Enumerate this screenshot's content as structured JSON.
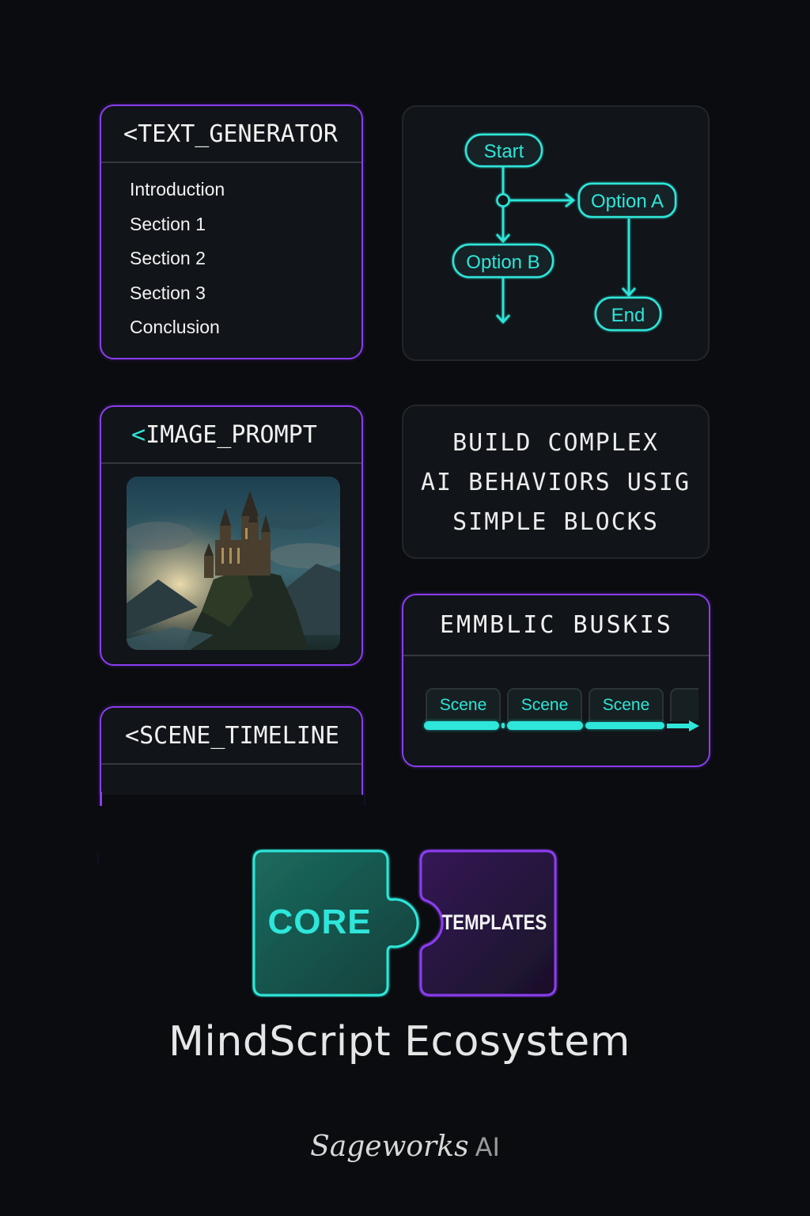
{
  "text_generator": {
    "chevron": "<",
    "title": "TEXT_GENERATOR",
    "sections": [
      "Introduction",
      "Section 1",
      "Section 2",
      "Section 3",
      "Conclusion"
    ]
  },
  "flowchart": {
    "nodes": {
      "start": "Start",
      "option_a": "Option A",
      "option_b": "Option B",
      "end": "End"
    }
  },
  "image_prompt": {
    "chevron": "<",
    "title": "IMAGE_PROMPT",
    "image_alt": "castle-on-cliff"
  },
  "tagline": {
    "lines": [
      "BUILD COMPLEX",
      "AI  BEHAVIORS USIG",
      "SIMPLE BLOCKS"
    ]
  },
  "symbolic_blocks": {
    "title": "EMMBLIC  BUSKIS",
    "scenes": [
      "Scene",
      "Scene",
      "Scene"
    ]
  },
  "scene_timeline": {
    "chevron": "<",
    "title": "SCENE_TIMELINE"
  },
  "puzzle": {
    "core_label": "CORE",
    "templates_label": "TEMPLATES"
  },
  "footer": {
    "title": "MindScript Ecosystem",
    "brand_script": "Sageworks",
    "brand_suffix": "AI"
  },
  "colors": {
    "background": "#0a0c0f",
    "card": "#111418",
    "accent_purple": "#8b3df0",
    "accent_cyan": "#2ee6da",
    "core_fill": "#17564d",
    "templates_fill": "#2a1640"
  }
}
